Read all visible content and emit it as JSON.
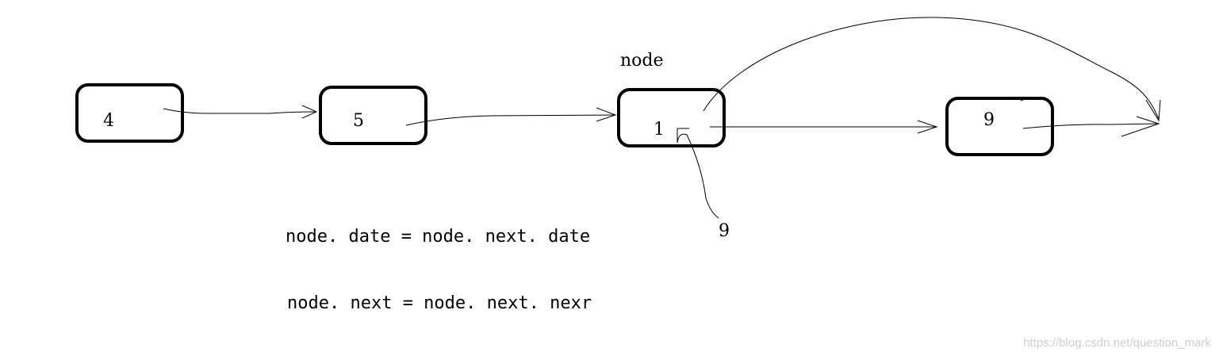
{
  "nodes": [
    {
      "value": "4"
    },
    {
      "value": "5"
    },
    {
      "value": "1"
    },
    {
      "value": "9"
    }
  ],
  "labels": {
    "node": "node",
    "replacement_value": "9"
  },
  "code": {
    "line1": "node. date = node. next. date",
    "line2": "node. next = node. next. nexr"
  },
  "watermark": "https://blog.csdn.net/question_mark"
}
